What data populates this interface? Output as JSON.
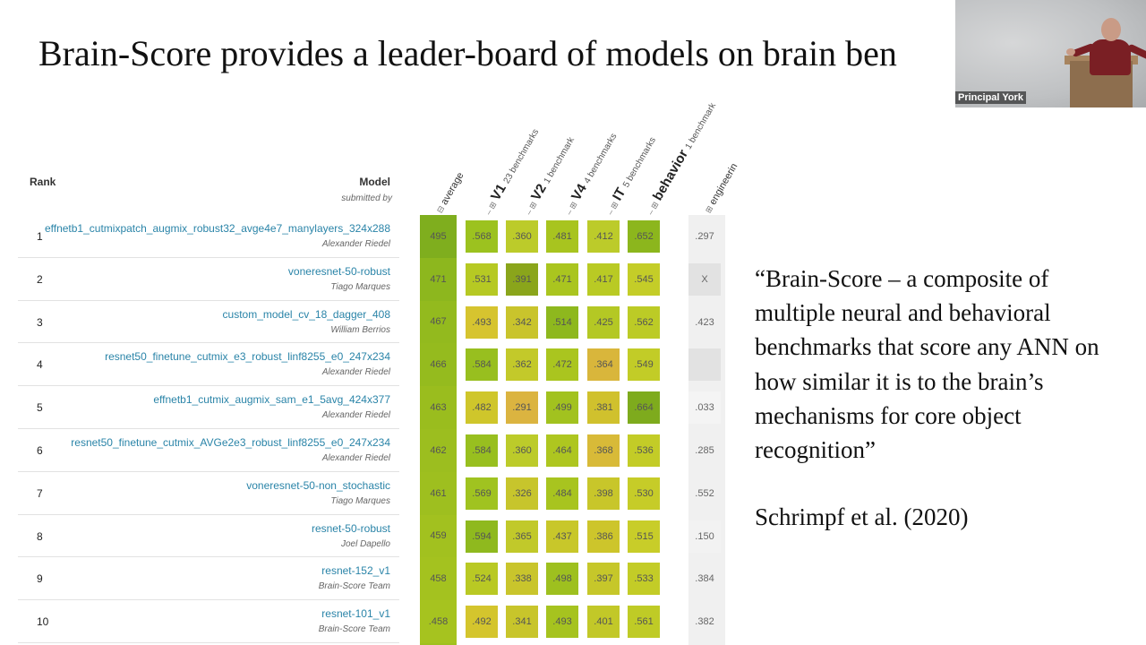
{
  "slide": {
    "title": "Brain-Score provides a leader-board of models on brain ben",
    "quote": "“Brain-Score – a composite of multiple neural and behavioral benchmarks that score any ANN on how similar it is to the brain’s mechanisms for core object recognition”",
    "citation": "Schrimpf et al. (2020)"
  },
  "webcam": {
    "name": "Principal York"
  },
  "leaderboard": {
    "rank_header": "Rank",
    "model_header": "Model",
    "submitted_by_header": "submitted by",
    "columns": [
      {
        "key": "average",
        "prefix": "⊟",
        "label": "average",
        "note": ""
      },
      {
        "key": "V1",
        "prefix": "– ⊞",
        "label": "V1",
        "note": "23 benchmarks"
      },
      {
        "key": "V2",
        "prefix": "– ⊞",
        "label": "V2",
        "note": "1 benchmark"
      },
      {
        "key": "V4",
        "prefix": "– ⊞",
        "label": "V4",
        "note": "4 benchmarks"
      },
      {
        "key": "IT",
        "prefix": "– ⊞",
        "label": "IT",
        "note": "5 benchmarks"
      },
      {
        "key": "behavior",
        "prefix": "– ⊞",
        "label": "behavior",
        "note": "1 benchmark"
      },
      {
        "key": "engineering",
        "prefix": "⊞",
        "label": "engineerin",
        "note": ""
      }
    ],
    "rows": [
      {
        "rank": "1",
        "model": "effnetb1_cutmixpatch_augmix_robust32_avge4e7_manylayers_324x288",
        "submitter": "Alexander Riedel",
        "scores": [
          "495",
          ".568",
          ".360",
          ".481",
          ".412",
          ".652",
          ".297"
        ]
      },
      {
        "rank": "2",
        "model": "voneresnet-50-robust",
        "submitter": "Tiago Marques",
        "scores": [
          "471",
          ".531",
          ".391",
          ".471",
          ".417",
          ".545",
          "X"
        ]
      },
      {
        "rank": "3",
        "model": "custom_model_cv_18_dagger_408",
        "submitter": "William Berrios",
        "scores": [
          "467",
          ".493",
          ".342",
          ".514",
          ".425",
          ".562",
          ".423"
        ]
      },
      {
        "rank": "4",
        "model": "resnet50_finetune_cutmix_e3_robust_linf8255_e0_247x234",
        "submitter": "Alexander Riedel",
        "scores": [
          "466",
          ".584",
          ".362",
          ".472",
          ".364",
          ".549",
          ""
        ]
      },
      {
        "rank": "5",
        "model": "effnetb1_cutmix_augmix_sam_e1_5avg_424x377",
        "submitter": "Alexander Riedel",
        "scores": [
          "463",
          ".482",
          ".291",
          ".499",
          ".381",
          ".664",
          ".033"
        ]
      },
      {
        "rank": "6",
        "model": "resnet50_finetune_cutmix_AVGe2e3_robust_linf8255_e0_247x234",
        "submitter": "Alexander Riedel",
        "scores": [
          "462",
          ".584",
          ".360",
          ".464",
          ".368",
          ".536",
          ".285"
        ]
      },
      {
        "rank": "7",
        "model": "voneresnet-50-non_stochastic",
        "submitter": "Tiago Marques",
        "scores": [
          "461",
          ".569",
          ".326",
          ".484",
          ".398",
          ".530",
          ".552"
        ]
      },
      {
        "rank": "8",
        "model": "resnet-50-robust",
        "submitter": "Joel Dapello",
        "scores": [
          "459",
          ".594",
          ".365",
          ".437",
          ".386",
          ".515",
          ".150"
        ]
      },
      {
        "rank": "9",
        "model": "resnet-152_v1",
        "submitter": "Brain-Score Team",
        "scores": [
          "458",
          ".524",
          ".338",
          ".498",
          ".397",
          ".533",
          ".384"
        ]
      },
      {
        "rank": "10",
        "model": "resnet-101_v1",
        "submitter": "Brain-Score Team",
        "scores": [
          ".458",
          ".492",
          ".341",
          ".493",
          ".401",
          ".561",
          ".382"
        ]
      }
    ],
    "cell_colors": [
      [
        "#7fae1e",
        "#9cc21f",
        "#bccb2a",
        "#a8c41f",
        "#bccb2a",
        "#8cb61d",
        "#f0f0f0"
      ],
      [
        "#8db71e",
        "#b6c923",
        "#8aa51b",
        "#aac51f",
        "#b9ca24",
        "#c4cd28",
        "#e2e2e2"
      ],
      [
        "#93ba1e",
        "#d6c42f",
        "#c9c42c",
        "#8eb81e",
        "#b4c824",
        "#bccb26",
        "#f0f0f0"
      ],
      [
        "#95bb1e",
        "#98bf1f",
        "#c3c92a",
        "#aac51f",
        "#d9b63b",
        "#c2cc27",
        "#e2e2e2"
      ],
      [
        "#9abd1e",
        "#cfc62b",
        "#dbb440",
        "#a2c21f",
        "#d0c12d",
        "#7eab1d",
        "#f4f4f4"
      ],
      [
        "#9cbe1f",
        "#98bf1f",
        "#bccb2a",
        "#aec620",
        "#d8ba38",
        "#c3cc27",
        "#f0f0f0"
      ],
      [
        "#9ebf1f",
        "#a0c320",
        "#c7c52c",
        "#a8c41f",
        "#c8c62a",
        "#c6cc28",
        "#f0f0f0"
      ],
      [
        "#a2c11f",
        "#8fb91e",
        "#c1c92a",
        "#c8c72a",
        "#cdc52b",
        "#c8cd29",
        "#f2f2f2"
      ],
      [
        "#a4c21f",
        "#b9c924",
        "#c9c52c",
        "#9ec01f",
        "#c6c72a",
        "#c3cc27",
        "#f0f0f0"
      ],
      [
        "#a6c31f",
        "#d4c52d",
        "#c8c52b",
        "#a6c31f",
        "#c2c828",
        "#bfcb26",
        "#f0f0f0"
      ]
    ]
  }
}
